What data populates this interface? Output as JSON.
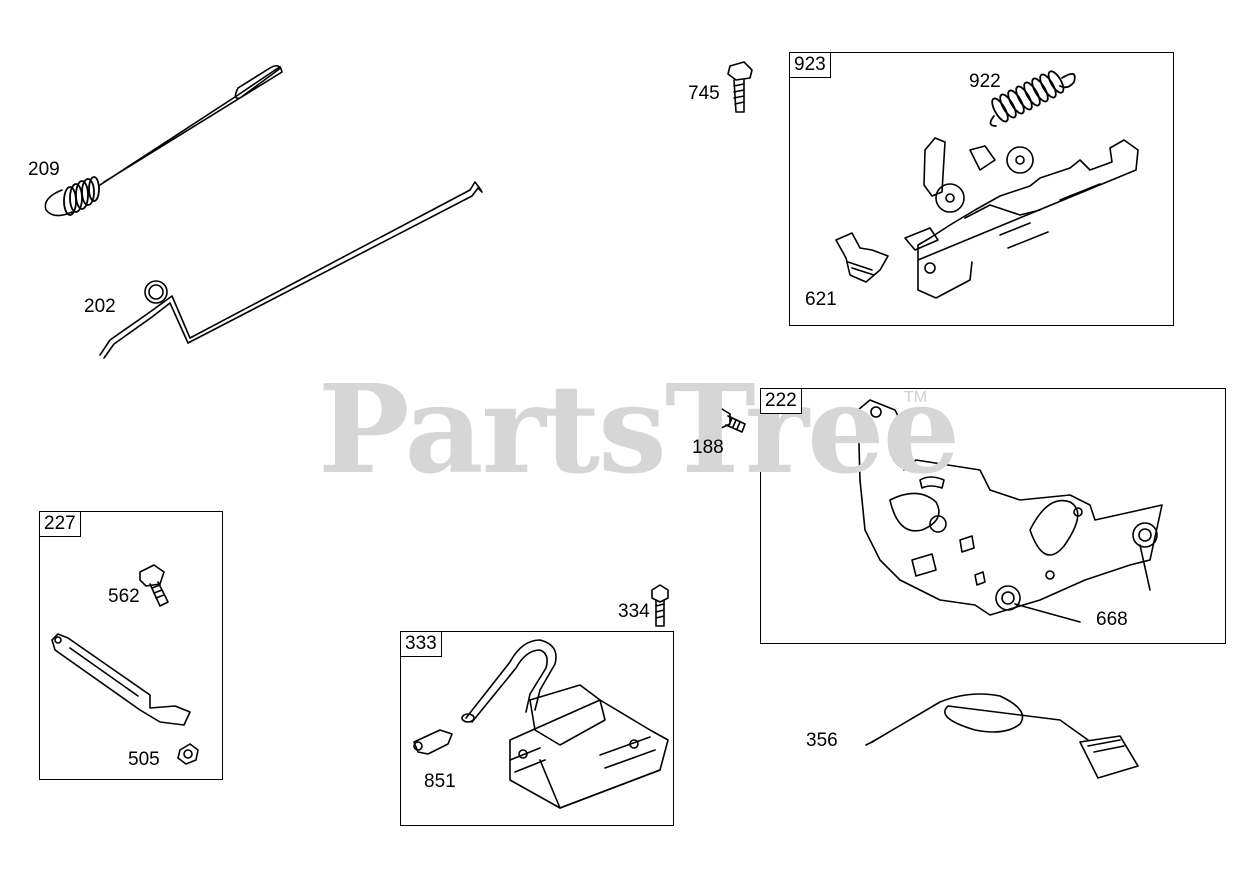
{
  "watermark": {
    "text": "PartsTree",
    "trademark": "TM"
  },
  "colors": {
    "line": "#000000",
    "watermark": "#d6d6d6",
    "background": "#ffffff"
  },
  "boxes": {
    "box_923": "923",
    "box_222": "222",
    "box_227": "227",
    "box_333": "333"
  },
  "parts": {
    "p209": "209",
    "p202": "202",
    "p745": "745",
    "p922": "922",
    "p621": "621",
    "p188": "188",
    "p668": "668",
    "p562": "562",
    "p505": "505",
    "p334": "334",
    "p851": "851",
    "p356": "356"
  }
}
